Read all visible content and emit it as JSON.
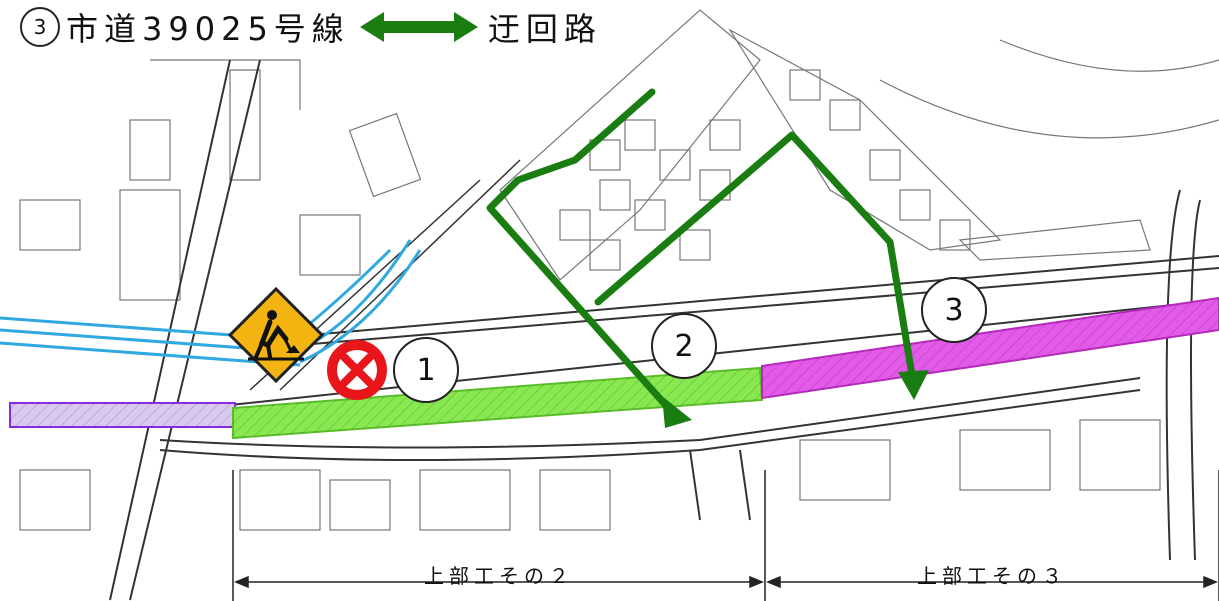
{
  "title": {
    "circle_number": "3",
    "road_name": "市道39025号線",
    "detour_label": "迂回路"
  },
  "badges": [
    {
      "id": "1",
      "label": "1"
    },
    {
      "id": "2",
      "label": "2"
    },
    {
      "id": "3",
      "label": "3"
    }
  ],
  "sections": {
    "section_2": "上部工その２",
    "section_3": "上部工その３"
  },
  "colors": {
    "detour_green": "#1a7d12",
    "section2_fill": "#88e84f",
    "section3_fill": "#e35ae8",
    "existing_cyan": "#2fa9e0",
    "closure_red": "#e8151b",
    "sign_yellow": "#f3b411",
    "line_gray": "#555555"
  },
  "icons": {
    "road_work_sign": "construction-worker-sign-icon",
    "road_closed": "no-entry-icon"
  }
}
